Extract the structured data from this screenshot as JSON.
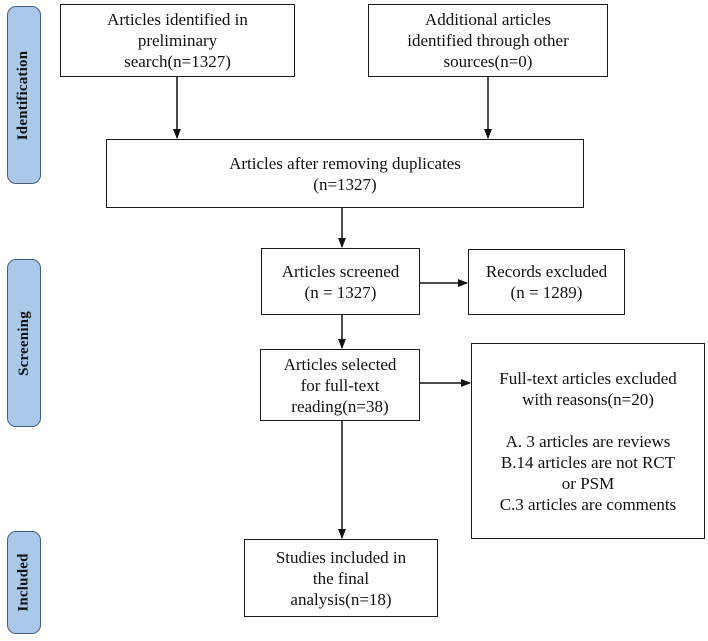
{
  "stages": {
    "identification": "Identification",
    "screening": "Screening",
    "included": "Included"
  },
  "boxes": {
    "identified": [
      "Articles identified in",
      "preliminary",
      "search(n=1327)"
    ],
    "other_sources": [
      "Additional articles",
      "identified through other",
      "sources(n=0)"
    ],
    "after_duplicates": [
      "Articles after removing duplicates",
      "(n=1327)"
    ],
    "screened": [
      "Articles screened",
      "(n = 1327)"
    ],
    "records_excluded": [
      "Records excluded",
      "(n = 1289)"
    ],
    "full_text": [
      "Articles selected",
      "for full-text",
      "reading(n=38)"
    ],
    "excluded_reasons": {
      "header": [
        "Full-text articles excluded",
        "with reasons(n=20)"
      ],
      "reasons": [
        "A. 3 articles are reviews",
        "B.14 articles are not RCT",
        "or PSM",
        "C.3 articles are comments"
      ]
    },
    "included": [
      "Studies included in",
      "the final",
      "analysis(n=18)"
    ]
  }
}
